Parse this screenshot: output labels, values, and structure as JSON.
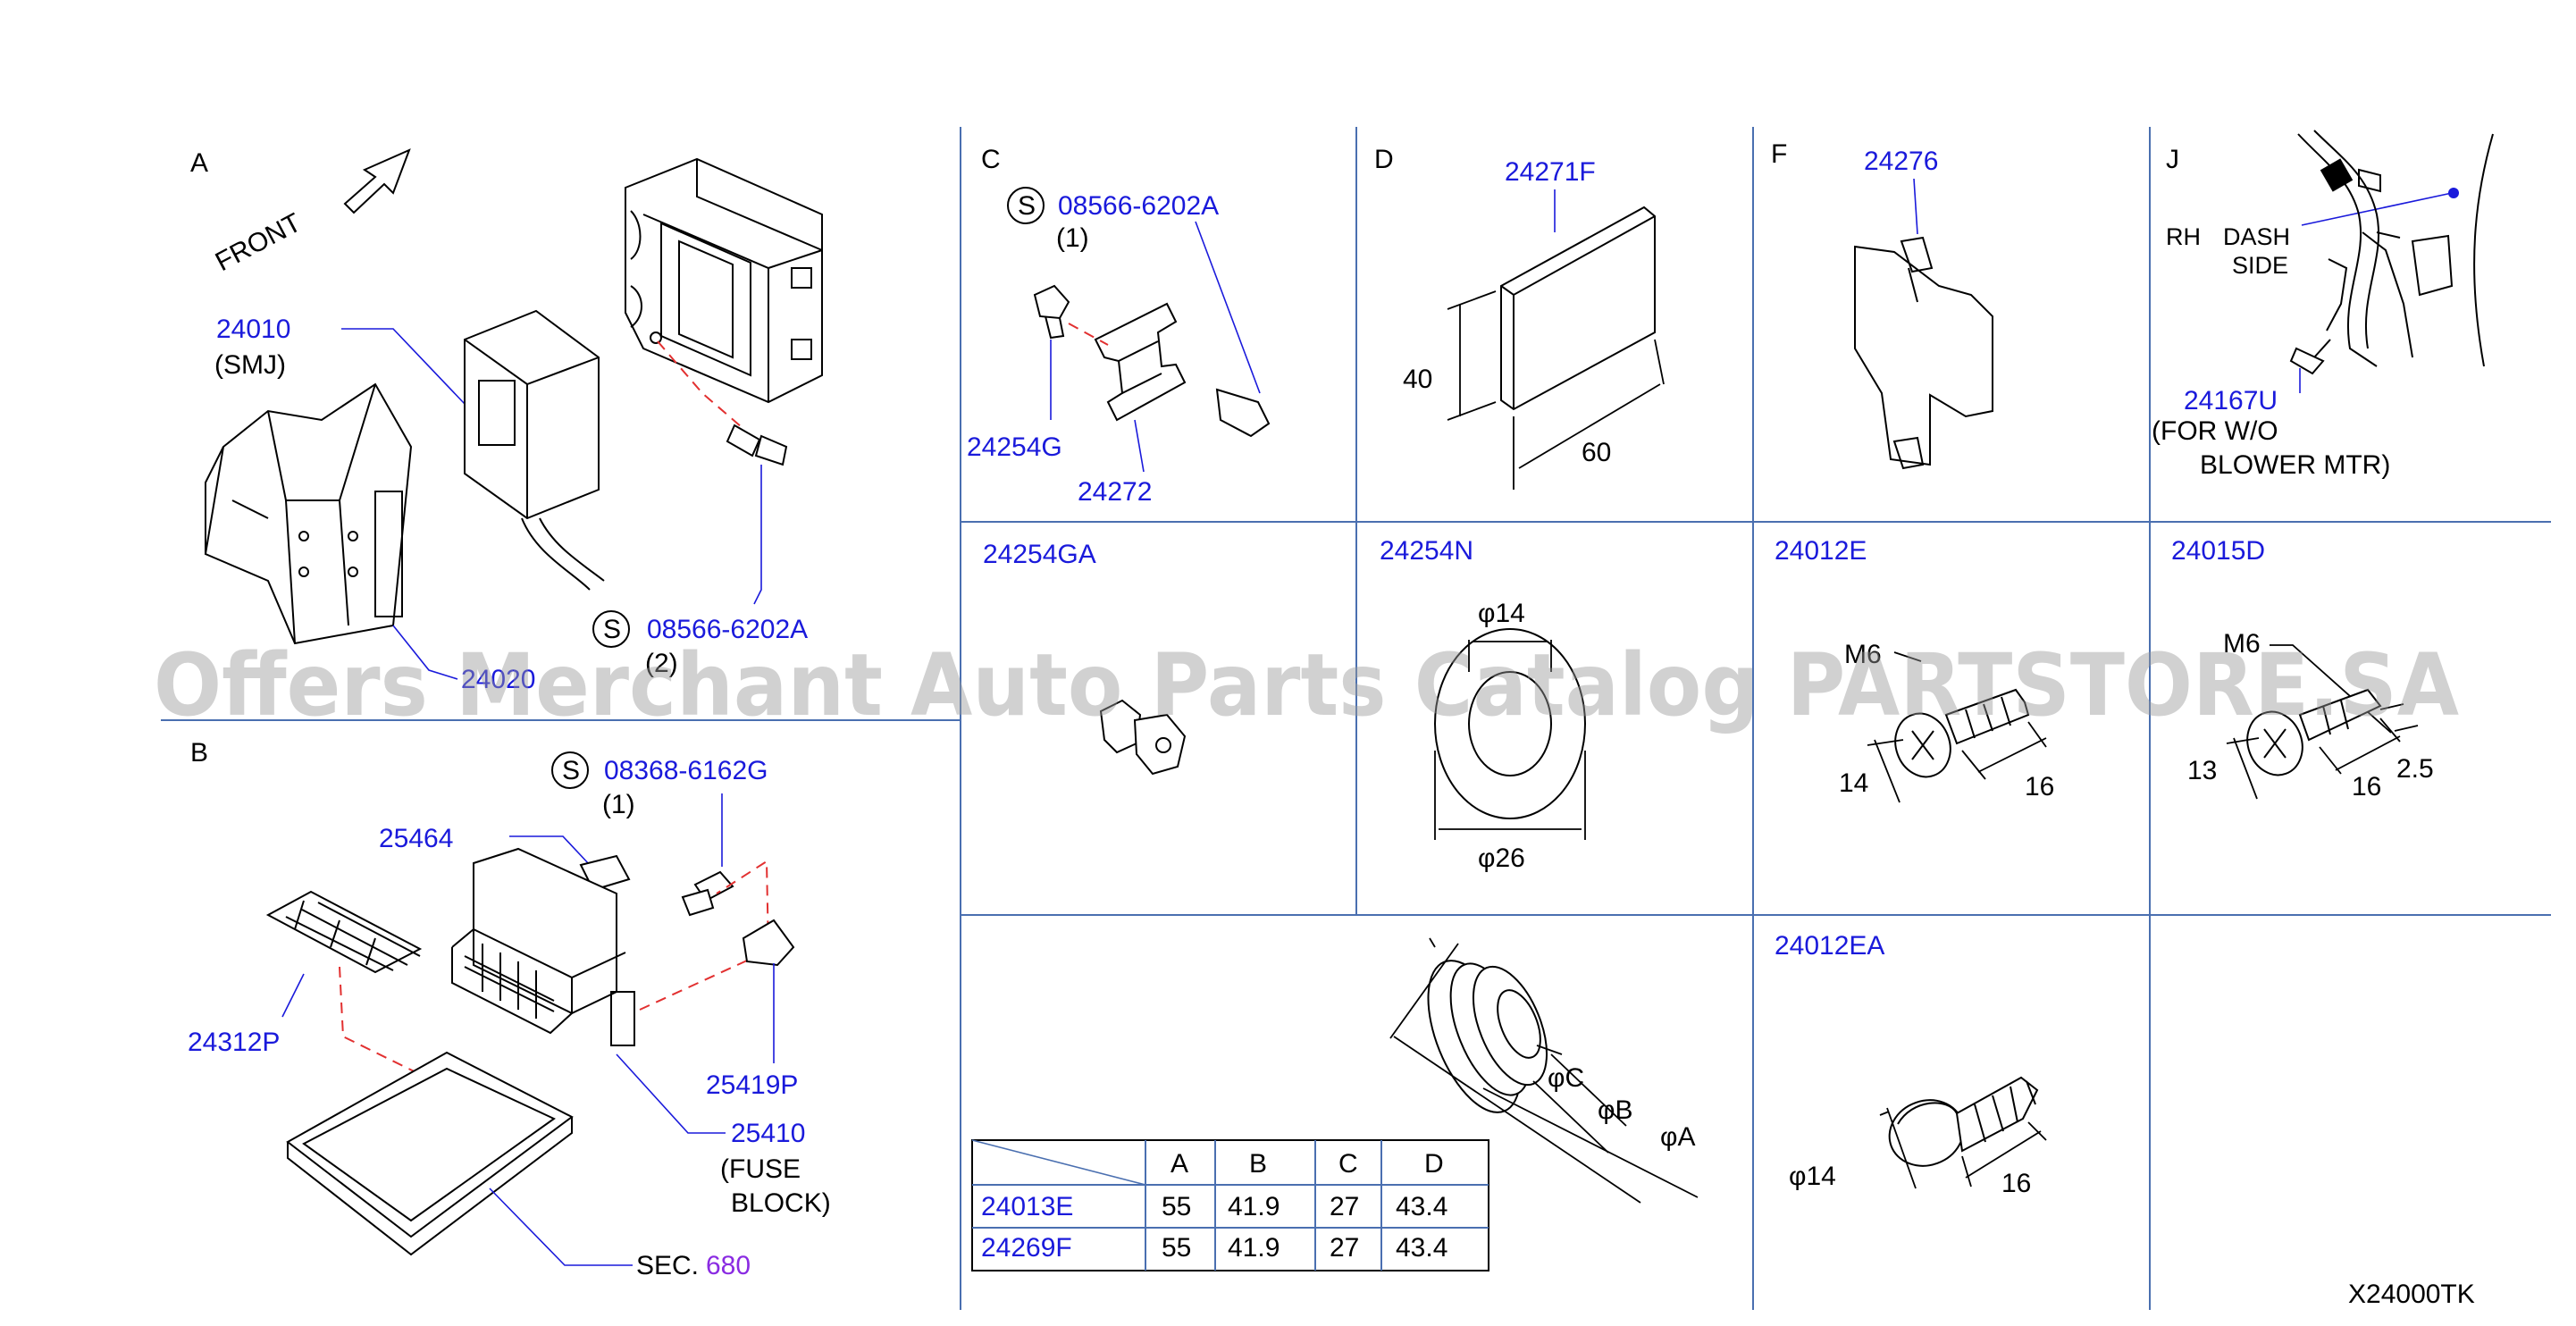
{
  "panels": {
    "A": {
      "letter": "A",
      "front": "FRONT",
      "p1": "24010",
      "p1_desc": "(SMJ)",
      "screw_symbol": "S",
      "screw": "08566-6202A",
      "screw_qty": "(2)",
      "hidden_part": "24020"
    },
    "B": {
      "letter": "B",
      "screw_symbol": "S",
      "screw": "08368-6162G",
      "screw_qty": "(1)",
      "p_fuse": "25464",
      "p_cover": "24312P",
      "p_bracket": "25419P",
      "p_block": "25410",
      "p_block_desc1": "(FUSE",
      "p_block_desc2": "BLOCK)",
      "sec_label": "SEC.",
      "sec_num": "680"
    },
    "C": {
      "letter": "C",
      "screw_symbol": "S",
      "screw": "08566-6202A",
      "screw_qty": "(1)",
      "p_clip": "24254G",
      "p_bracket": "24272"
    },
    "D": {
      "letter": "D",
      "part": "24271F",
      "dim_h": "40",
      "dim_w": "60"
    },
    "F": {
      "letter": "F",
      "part": "24276"
    },
    "J": {
      "letter": "J",
      "rh": "RH",
      "dash": "DASH",
      "side": "SIDE",
      "part": "24167U",
      "note1": "(FOR   W/O",
      "note2": "BLOWER   MTR)"
    },
    "GA": {
      "part": "24254GA"
    },
    "N": {
      "part": "24254N",
      "d1": "φ14",
      "d2": "φ26"
    },
    "E": {
      "part": "24012E",
      "thread": "M6",
      "d_head": "14",
      "d_len": "16"
    },
    "D15": {
      "part": "24015D",
      "thread": "M6",
      "d_head": "13",
      "d_len": "16",
      "d_tip": "2.5"
    },
    "grommet": {
      "dA": "φA",
      "dB": "φB",
      "dC": "φC"
    },
    "EA": {
      "part": "24012EA",
      "d_head": "φ14",
      "d_len": "16"
    }
  },
  "table": {
    "headers": [
      "",
      "A",
      "B",
      "C",
      "D"
    ],
    "rows": [
      [
        "24013E",
        "55",
        "41.9",
        "27",
        "43.4"
      ],
      [
        "24269F",
        "55",
        "41.9",
        "27",
        "43.4"
      ]
    ]
  },
  "code": "X24000TK",
  "watermark": "Offers Merchant Auto Parts Catalog PARTSTORE.SA"
}
